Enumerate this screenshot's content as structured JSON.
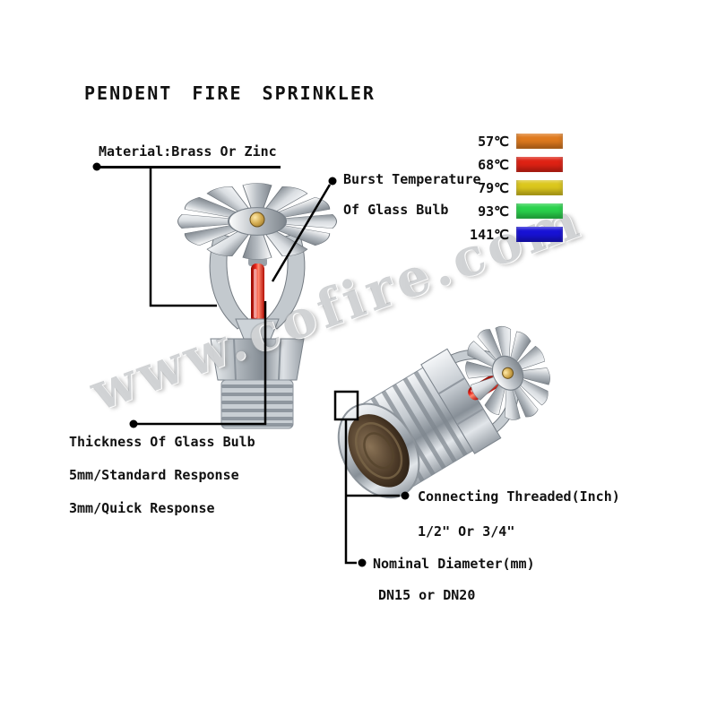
{
  "title": "PENDENT FIRE SPRINKLER",
  "watermark": "www.cofire.com",
  "callouts": {
    "material": {
      "label": "Material:Brass Or Zinc"
    },
    "burst_temperature": {
      "line1": "Burst Temperature",
      "line2": "Of Glass Bulb"
    },
    "glass_bulb": {
      "line1": "Thickness Of Glass Bulb",
      "line2": "5mm/Standard Response",
      "line3": "3mm/Quick Response"
    },
    "connecting_thread": {
      "line1": "Connecting Threaded(Inch)",
      "line2": "1/2\" Or 3/4\""
    },
    "nominal_diameter": {
      "line1": "Nominal Diameter(mm)",
      "line2": "DN15 or DN20"
    }
  },
  "temperature_legend": {
    "items": [
      {
        "label": "57℃",
        "color": "#df7a1e"
      },
      {
        "label": "68℃",
        "color": "#df2214"
      },
      {
        "label": "79℃",
        "color": "#dcc71d"
      },
      {
        "label": "93℃",
        "color": "#2ad24c"
      },
      {
        "label": "141℃",
        "color": "#1812d6"
      }
    ]
  }
}
